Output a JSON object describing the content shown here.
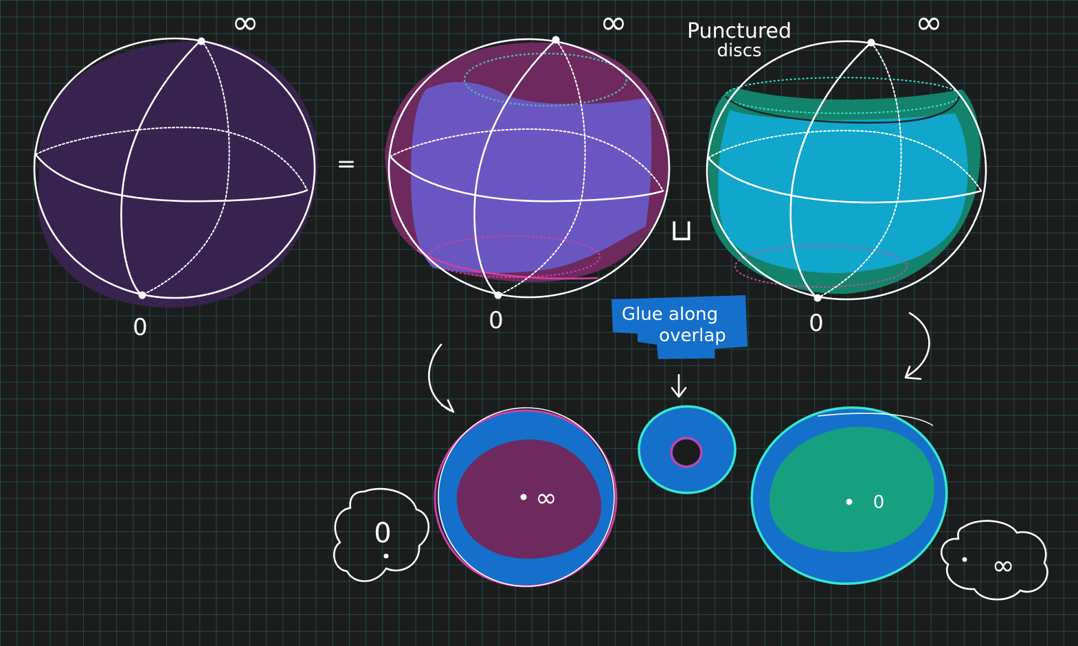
{
  "labels": {
    "infinity": "∞",
    "zero": "0",
    "equals": "=",
    "union": "⊔",
    "punctured_line1": "Punctured",
    "punctured_line2": "discs",
    "glue_line1": "Glue along",
    "glue_line2": "overlap"
  },
  "colors": {
    "background": "#1b1d1d",
    "grid": "#2a6e6e",
    "sphere1_fill": "#3a2452",
    "purple_band": "#6a56c0",
    "magenta_region": "#6e2a5e",
    "magenta_stroke": "#d63fa6",
    "cyan_band": "#11a6cc",
    "teal_region": "#14836b",
    "cyan_stroke": "#38e8cf",
    "blue_ring": "#1570cc",
    "green_disc": "#17a07f",
    "ink": "#ffffff"
  }
}
